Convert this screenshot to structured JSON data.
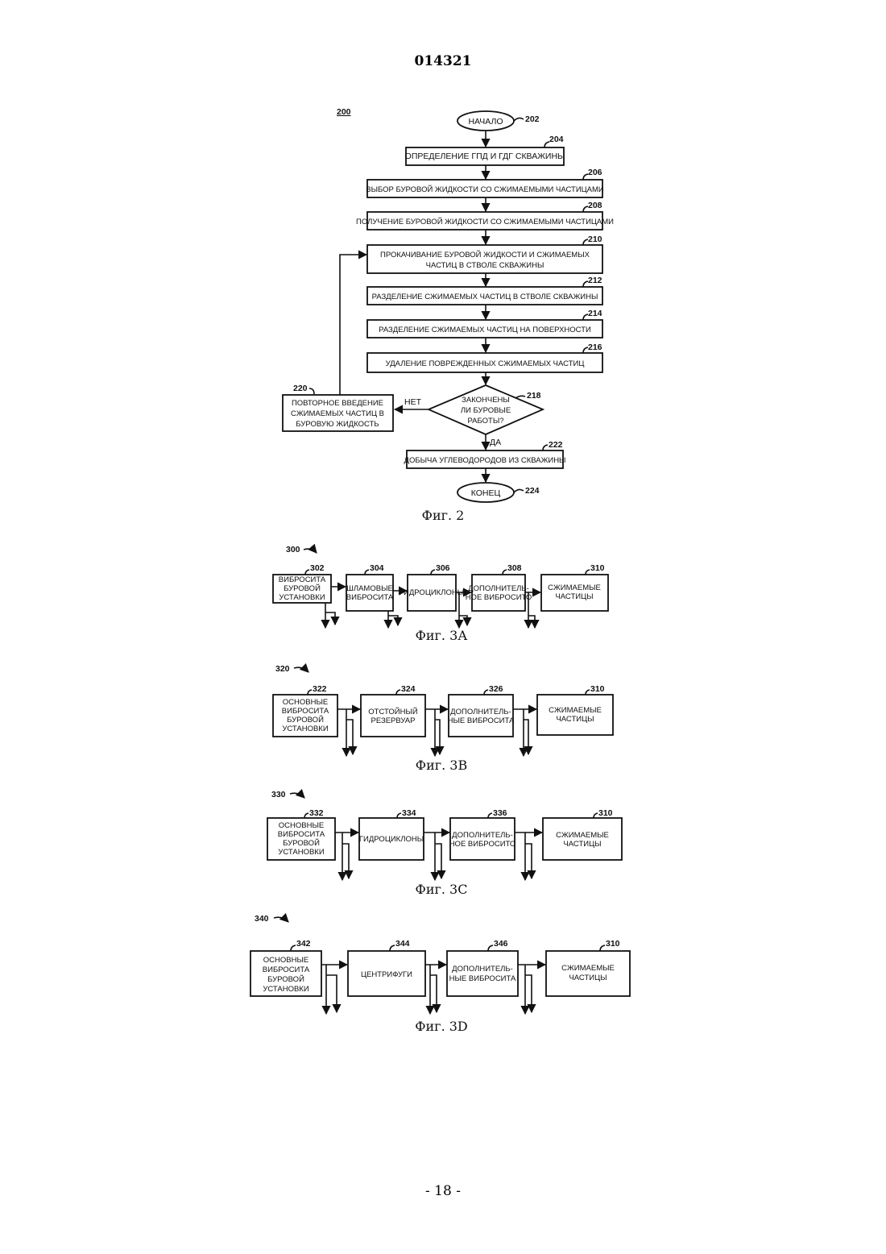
{
  "header": {
    "patent_number": "014321"
  },
  "footer": {
    "page_number": "- 18 -"
  },
  "fig2": {
    "ref": "200",
    "caption": "Фиг. 2",
    "start": {
      "label": "НАЧАЛО",
      "ref": "202"
    },
    "steps": [
      {
        "ref": "204",
        "lines": [
          "ОПРЕДЕЛЕНИЕ ГПД И ГДГ СКВАЖИНЫ"
        ]
      },
      {
        "ref": "206",
        "lines": [
          "ВЫБОР БУРОВОЙ ЖИДКОСТИ СО СЖИМАЕМЫМИ ЧАСТИЦАМИ"
        ]
      },
      {
        "ref": "208",
        "lines": [
          "ПОЛУЧЕНИЕ БУРОВОЙ ЖИДКОСТИ СО СЖИМАЕМЫМИ ЧАСТИЦАМИ"
        ]
      },
      {
        "ref": "210",
        "lines": [
          "ПРОКАЧИВАНИЕ БУРОВОЙ ЖИДКОСТИ И СЖИМАЕМЫХ",
          "ЧАСТИЦ В СТВОЛЕ СКВАЖИНЫ"
        ]
      },
      {
        "ref": "212",
        "lines": [
          "РАЗДЕЛЕНИЕ СЖИМАЕМЫХ ЧАСТИЦ В СТВОЛЕ СКВАЖИНЫ"
        ]
      },
      {
        "ref": "214",
        "lines": [
          "РАЗДЕЛЕНИЕ СЖИМАЕМЫХ ЧАСТИЦ НА ПОВЕРХНОСТИ"
        ]
      },
      {
        "ref": "216",
        "lines": [
          "УДАЛЕНИЕ ПОВРЕЖДЕННЫХ СЖИМАЕМЫХ ЧАСТИЦ"
        ]
      }
    ],
    "decision": {
      "ref": "218",
      "lines": [
        "ЗАКОНЧЕНЫ",
        "ЛИ БУРОВЫЕ",
        "РАБОТЫ?"
      ],
      "no_label": "НЕТ",
      "yes_label": "ДА"
    },
    "reintroduce": {
      "ref": "220",
      "lines": [
        "ПОВТОРНОЕ ВВЕДЕНИЕ",
        "СЖИМАЕМЫХ ЧАСТИЦ В",
        "БУРОВУЮ ЖИДКОСТЬ"
      ]
    },
    "production": {
      "ref": "222",
      "lines": [
        "ДОБЫЧА УГЛЕВОДОРОДОВ ИЗ СКВАЖИНЫ"
      ]
    },
    "end": {
      "label": "КОНЕЦ",
      "ref": "224"
    }
  },
  "fig3a": {
    "ref": "300",
    "caption": "Фиг. 3А",
    "boxes": [
      {
        "ref": "302",
        "lines": [
          "ВИБРОСИТА",
          "БУРОВОЙ",
          "УСТАНОВКИ"
        ]
      },
      {
        "ref": "304",
        "lines": [
          "ШЛАМОВЫЕ",
          "ВИБРОСИТА"
        ]
      },
      {
        "ref": "306",
        "lines": [
          "ГИДРОЦИКЛОНЫ"
        ]
      },
      {
        "ref": "308",
        "lines": [
          "ДОПОЛНИТЕЛЬ-",
          "НОЕ ВИБРОСИТО"
        ]
      },
      {
        "ref": "310",
        "lines": [
          "СЖИМАЕМЫЕ",
          "ЧАСТИЦЫ"
        ]
      }
    ]
  },
  "fig3b": {
    "ref": "320",
    "caption": "Фиг. 3В",
    "boxes": [
      {
        "ref": "322",
        "lines": [
          "ОСНОВНЫЕ",
          "ВИБРОСИТА",
          "БУРОВОЙ",
          "УСТАНОВКИ"
        ]
      },
      {
        "ref": "324",
        "lines": [
          "ОТСТОЙНЫЙ",
          "РЕЗЕРВУАР"
        ]
      },
      {
        "ref": "326",
        "lines": [
          "ДОПОЛНИТЕЛЬ-",
          "НЫЕ ВИБРОСИТА"
        ]
      },
      {
        "ref": "310",
        "lines": [
          "СЖИМАЕМЫЕ",
          "ЧАСТИЦЫ"
        ]
      }
    ]
  },
  "fig3c": {
    "ref": "330",
    "caption": "Фиг. 3С",
    "boxes": [
      {
        "ref": "332",
        "lines": [
          "ОСНОВНЫЕ",
          "ВИБРОСИТА",
          "БУРОВОЙ",
          "УСТАНОВКИ"
        ]
      },
      {
        "ref": "334",
        "lines": [
          "ГИДРОЦИКЛОНЫ"
        ]
      },
      {
        "ref": "336",
        "lines": [
          "ДОПОЛНИТЕЛЬ-",
          "НОЕ ВИБРОСИТО"
        ]
      },
      {
        "ref": "310",
        "lines": [
          "СЖИМАЕМЫЕ",
          "ЧАСТИЦЫ"
        ]
      }
    ]
  },
  "fig3d": {
    "ref": "340",
    "caption": "Фиг. 3D",
    "boxes": [
      {
        "ref": "342",
        "lines": [
          "ОСНОВНЫЕ",
          "ВИБРОСИТА",
          "БУРОВОЙ",
          "УСТАНОВКИ"
        ]
      },
      {
        "ref": "344",
        "lines": [
          "ЦЕНТРИФУГИ"
        ]
      },
      {
        "ref": "346",
        "lines": [
          "ДОПОЛНИТЕЛЬ-",
          "НЫЕ ВИБРОСИТА"
        ]
      },
      {
        "ref": "310",
        "lines": [
          "СЖИМАЕМЫЕ",
          "ЧАСТИЦЫ"
        ]
      }
    ]
  }
}
